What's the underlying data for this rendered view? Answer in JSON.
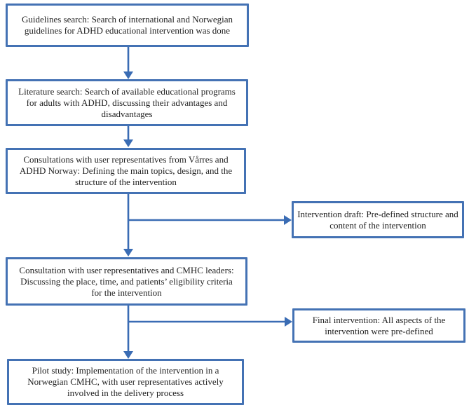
{
  "diagram": {
    "type": "flowchart",
    "colors": {
      "box_border": "#4472b4",
      "connector": "#3a6cb4",
      "text_color": "#1f1f1f",
      "background": "#ffffff"
    },
    "boxes": {
      "guidelines": "Guidelines search: Search of international and Norwegian guidelines for ADHD educational intervention was done",
      "literature": "Literature search: Search of available educational programs for adults with ADHD, discussing their advantages and disadvantages",
      "user_consultations": "Consultations with user representatives from Vårres and ADHD Norway: Defining the main topics, design, and the structure of the intervention",
      "intervention_draft": "Intervention draft: Pre-defined structure and content of the intervention",
      "cmhc_consultation": "Consultation with user representatives and CMHC leaders: Discussing the place, time, and patients’ eligibility criteria for the intervention",
      "final_intervention": "Final intervention: All aspects of the intervention were pre-defined",
      "pilot_study": "Pilot study: Implementation of the intervention in a Norwegian CMHC, with user representatives actively involved in the delivery process"
    }
  }
}
